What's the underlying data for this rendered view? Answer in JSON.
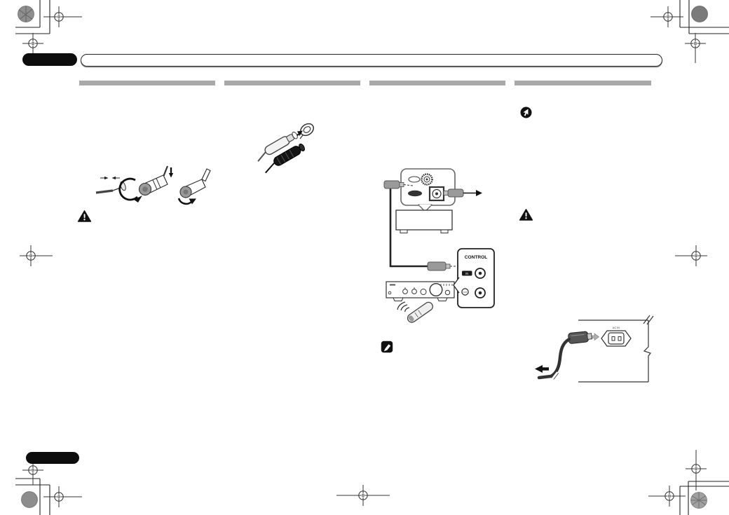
{
  "document": {
    "kind": "scanned-manual-page-proof",
    "paper_color": "#ffffff",
    "ink_color": "#1a1a1a",
    "section_bar_color": "#a8a8a8"
  },
  "header": {
    "tab_text": "",
    "title_text": ""
  },
  "footer": {
    "tab_text": ""
  },
  "sections": [
    {
      "id": "column-1",
      "heading_text": ""
    },
    {
      "id": "column-2",
      "heading_text": ""
    },
    {
      "id": "column-3",
      "heading_text": ""
    },
    {
      "id": "column-4",
      "heading_text": ""
    }
  ],
  "icons": {
    "caution": "warning-triangle",
    "note": "pencil-note",
    "important": "pointing-hand"
  },
  "diagrams": {
    "control_connection": {
      "panel_title": "CONTROL",
      "jack_in_label": "IN",
      "jack_out_label": "OUT"
    },
    "power_cord": {
      "inlet_label": "AC IN"
    }
  }
}
